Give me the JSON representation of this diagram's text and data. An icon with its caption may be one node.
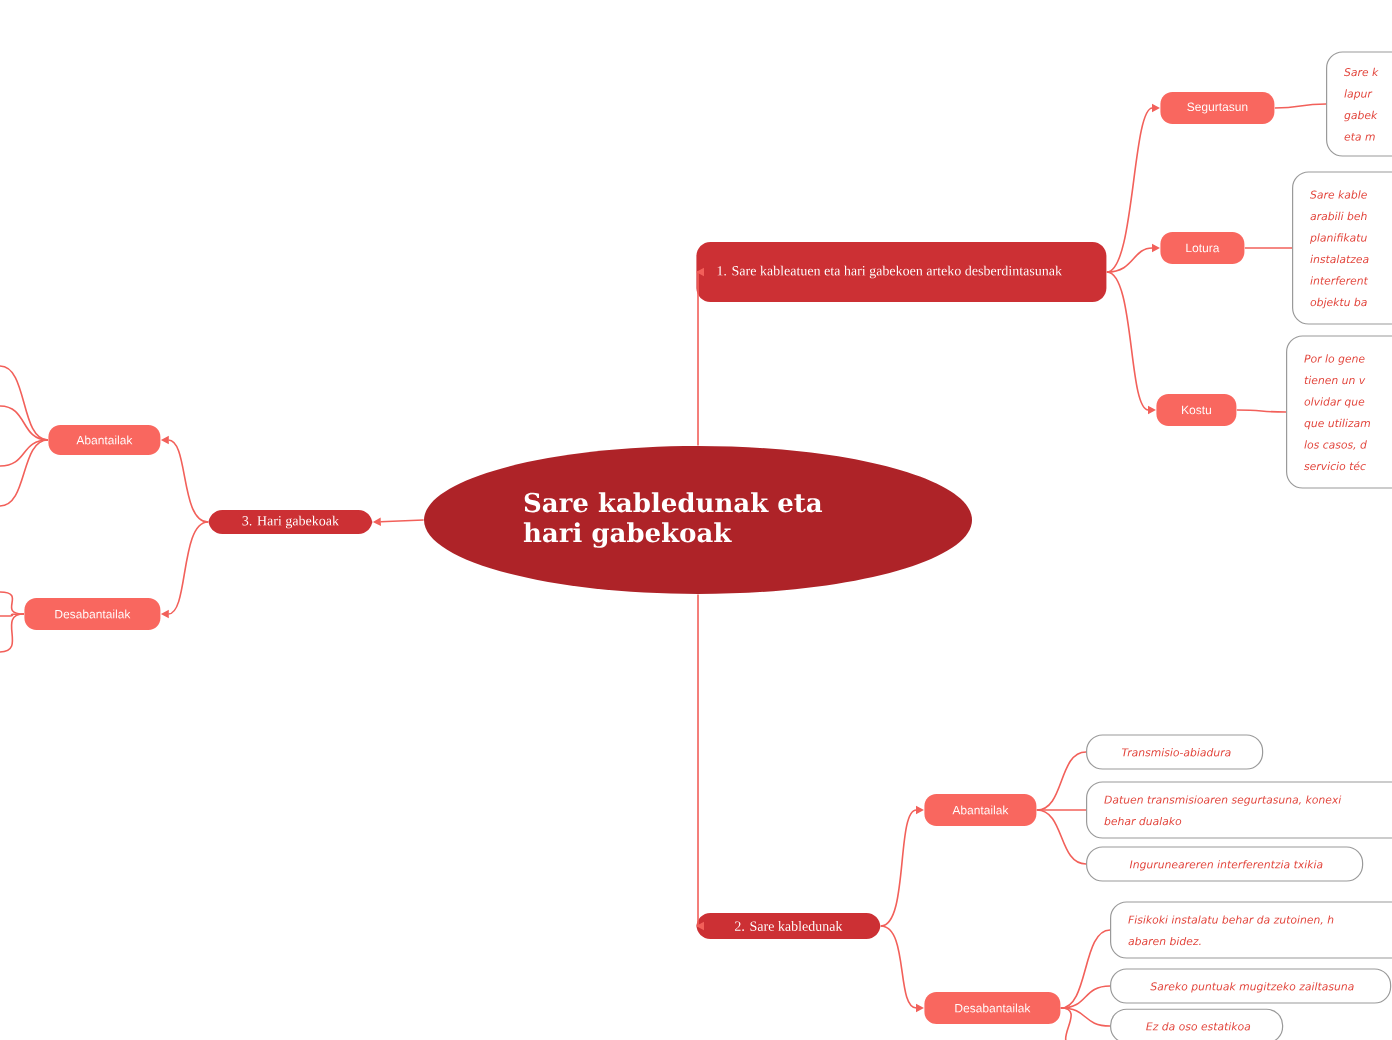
{
  "diagram": {
    "nodes": [
      {
        "text": [
          "Sare kabledunak eta hari gabekoak"
        ]
      },
      {
        "text": [
          "1. Sare kableatuen eta hari gabekoen arteko desberdintasunak"
        ]
      },
      {
        "text": [
          "Segurtasun"
        ]
      },
      {
        "text": [
          "Sare k",
          "lapur",
          "gabek",
          "eta m"
        ]
      },
      {
        "text": [
          "Lotura"
        ]
      },
      {
        "text": [
          "Sare kable",
          "arabili beh",
          "planifikatu",
          "instalatzea",
          "interferent",
          "objektu ba"
        ]
      },
      {
        "text": [
          "Kostu"
        ]
      },
      {
        "text": [
          "Por lo gene",
          "tienen un v",
          "olvidar que",
          "que utilizam",
          "los casos, d",
          "servicio téc"
        ]
      },
      {
        "text": [
          "2. Sare kabledunak"
        ]
      },
      {
        "text": [
          "Abantailak"
        ]
      },
      {
        "text": [
          "Transmisio-abiadura"
        ]
      },
      {
        "text": [
          "Datuen transmisioaren segurtasuna, konexi",
          "behar dualako"
        ]
      },
      {
        "text": [
          "Inguruneareren interferentzia txikia"
        ]
      },
      {
        "text": [
          "Desabantailak"
        ]
      },
      {
        "text": [
          "Fisikoki instalatu behar da zutoinen, h",
          "abaren bidez."
        ]
      },
      {
        "text": [
          "Sareko puntuak mugitzeko zailtasuna"
        ]
      },
      {
        "text": [
          "Ez da oso estatikoa"
        ]
      },
      {
        "text": [
          "3. Hari gabekoak"
        ]
      },
      {
        "text": [
          "Abantailak"
        ]
      },
      {
        "text": [
          "Desabantailak"
        ]
      }
    ],
    "edges": [
      {
        "from": 0,
        "to": 1,
        "arrow": "to"
      },
      {
        "from": 1,
        "to": 2,
        "arrow": "to"
      },
      {
        "from": 1,
        "to": 4,
        "arrow": "to"
      },
      {
        "from": 1,
        "to": 6,
        "arrow": "to"
      },
      {
        "from": 2,
        "to": 3,
        "arrow": "none"
      },
      {
        "from": 4,
        "to": 5,
        "arrow": "none"
      },
      {
        "from": 6,
        "to": 7,
        "arrow": "none"
      },
      {
        "from": 0,
        "to": 8,
        "arrow": "to"
      },
      {
        "from": 8,
        "to": 9,
        "arrow": "to"
      },
      {
        "from": 8,
        "to": 13,
        "arrow": "to"
      },
      {
        "from": 9,
        "to": 10,
        "arrow": "none"
      },
      {
        "from": 9,
        "to": 11,
        "arrow": "none"
      },
      {
        "from": 9,
        "to": 12,
        "arrow": "none"
      },
      {
        "from": 13,
        "to": 14,
        "arrow": "none"
      },
      {
        "from": 13,
        "to": 15,
        "arrow": "none"
      },
      {
        "from": 13,
        "to": 16,
        "arrow": "none"
      },
      {
        "from": 13,
        "to": null,
        "arrow": "none"
      },
      {
        "from": 0,
        "to": 17,
        "arrow": "to"
      },
      {
        "from": 17,
        "to": 18,
        "arrow": "to"
      },
      {
        "from": 17,
        "to": 19,
        "arrow": "to"
      },
      {
        "from": 18,
        "to": null,
        "arrow": "none"
      },
      {
        "from": 18,
        "to": null,
        "arrow": "none"
      },
      {
        "from": 18,
        "to": null,
        "arrow": "none"
      },
      {
        "from": 18,
        "to": null,
        "arrow": "none"
      },
      {
        "from": 19,
        "to": null,
        "arrow": "none"
      },
      {
        "from": 19,
        "to": null,
        "arrow": "none"
      },
      {
        "from": 19,
        "to": null,
        "arrow": "none"
      }
    ]
  }
}
